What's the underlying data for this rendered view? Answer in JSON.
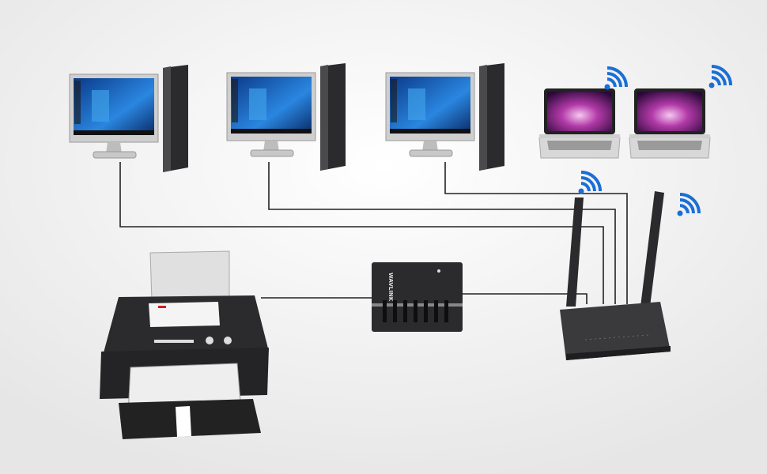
{
  "diagram": {
    "devices": [
      {
        "type": "desktop-computer",
        "count": 3
      },
      {
        "type": "laptop",
        "count": 2
      },
      {
        "type": "wireless-router"
      },
      {
        "type": "print-server",
        "logo": "WAVLINK"
      },
      {
        "type": "printer"
      }
    ],
    "icons": [
      "wifi-signal-icon"
    ],
    "colors": {
      "background": "#f3f3f3",
      "device": "#2b2b2d",
      "wifi": "#1a6fd6",
      "cable": "#222222",
      "screen": "#1f6fc9"
    }
  }
}
